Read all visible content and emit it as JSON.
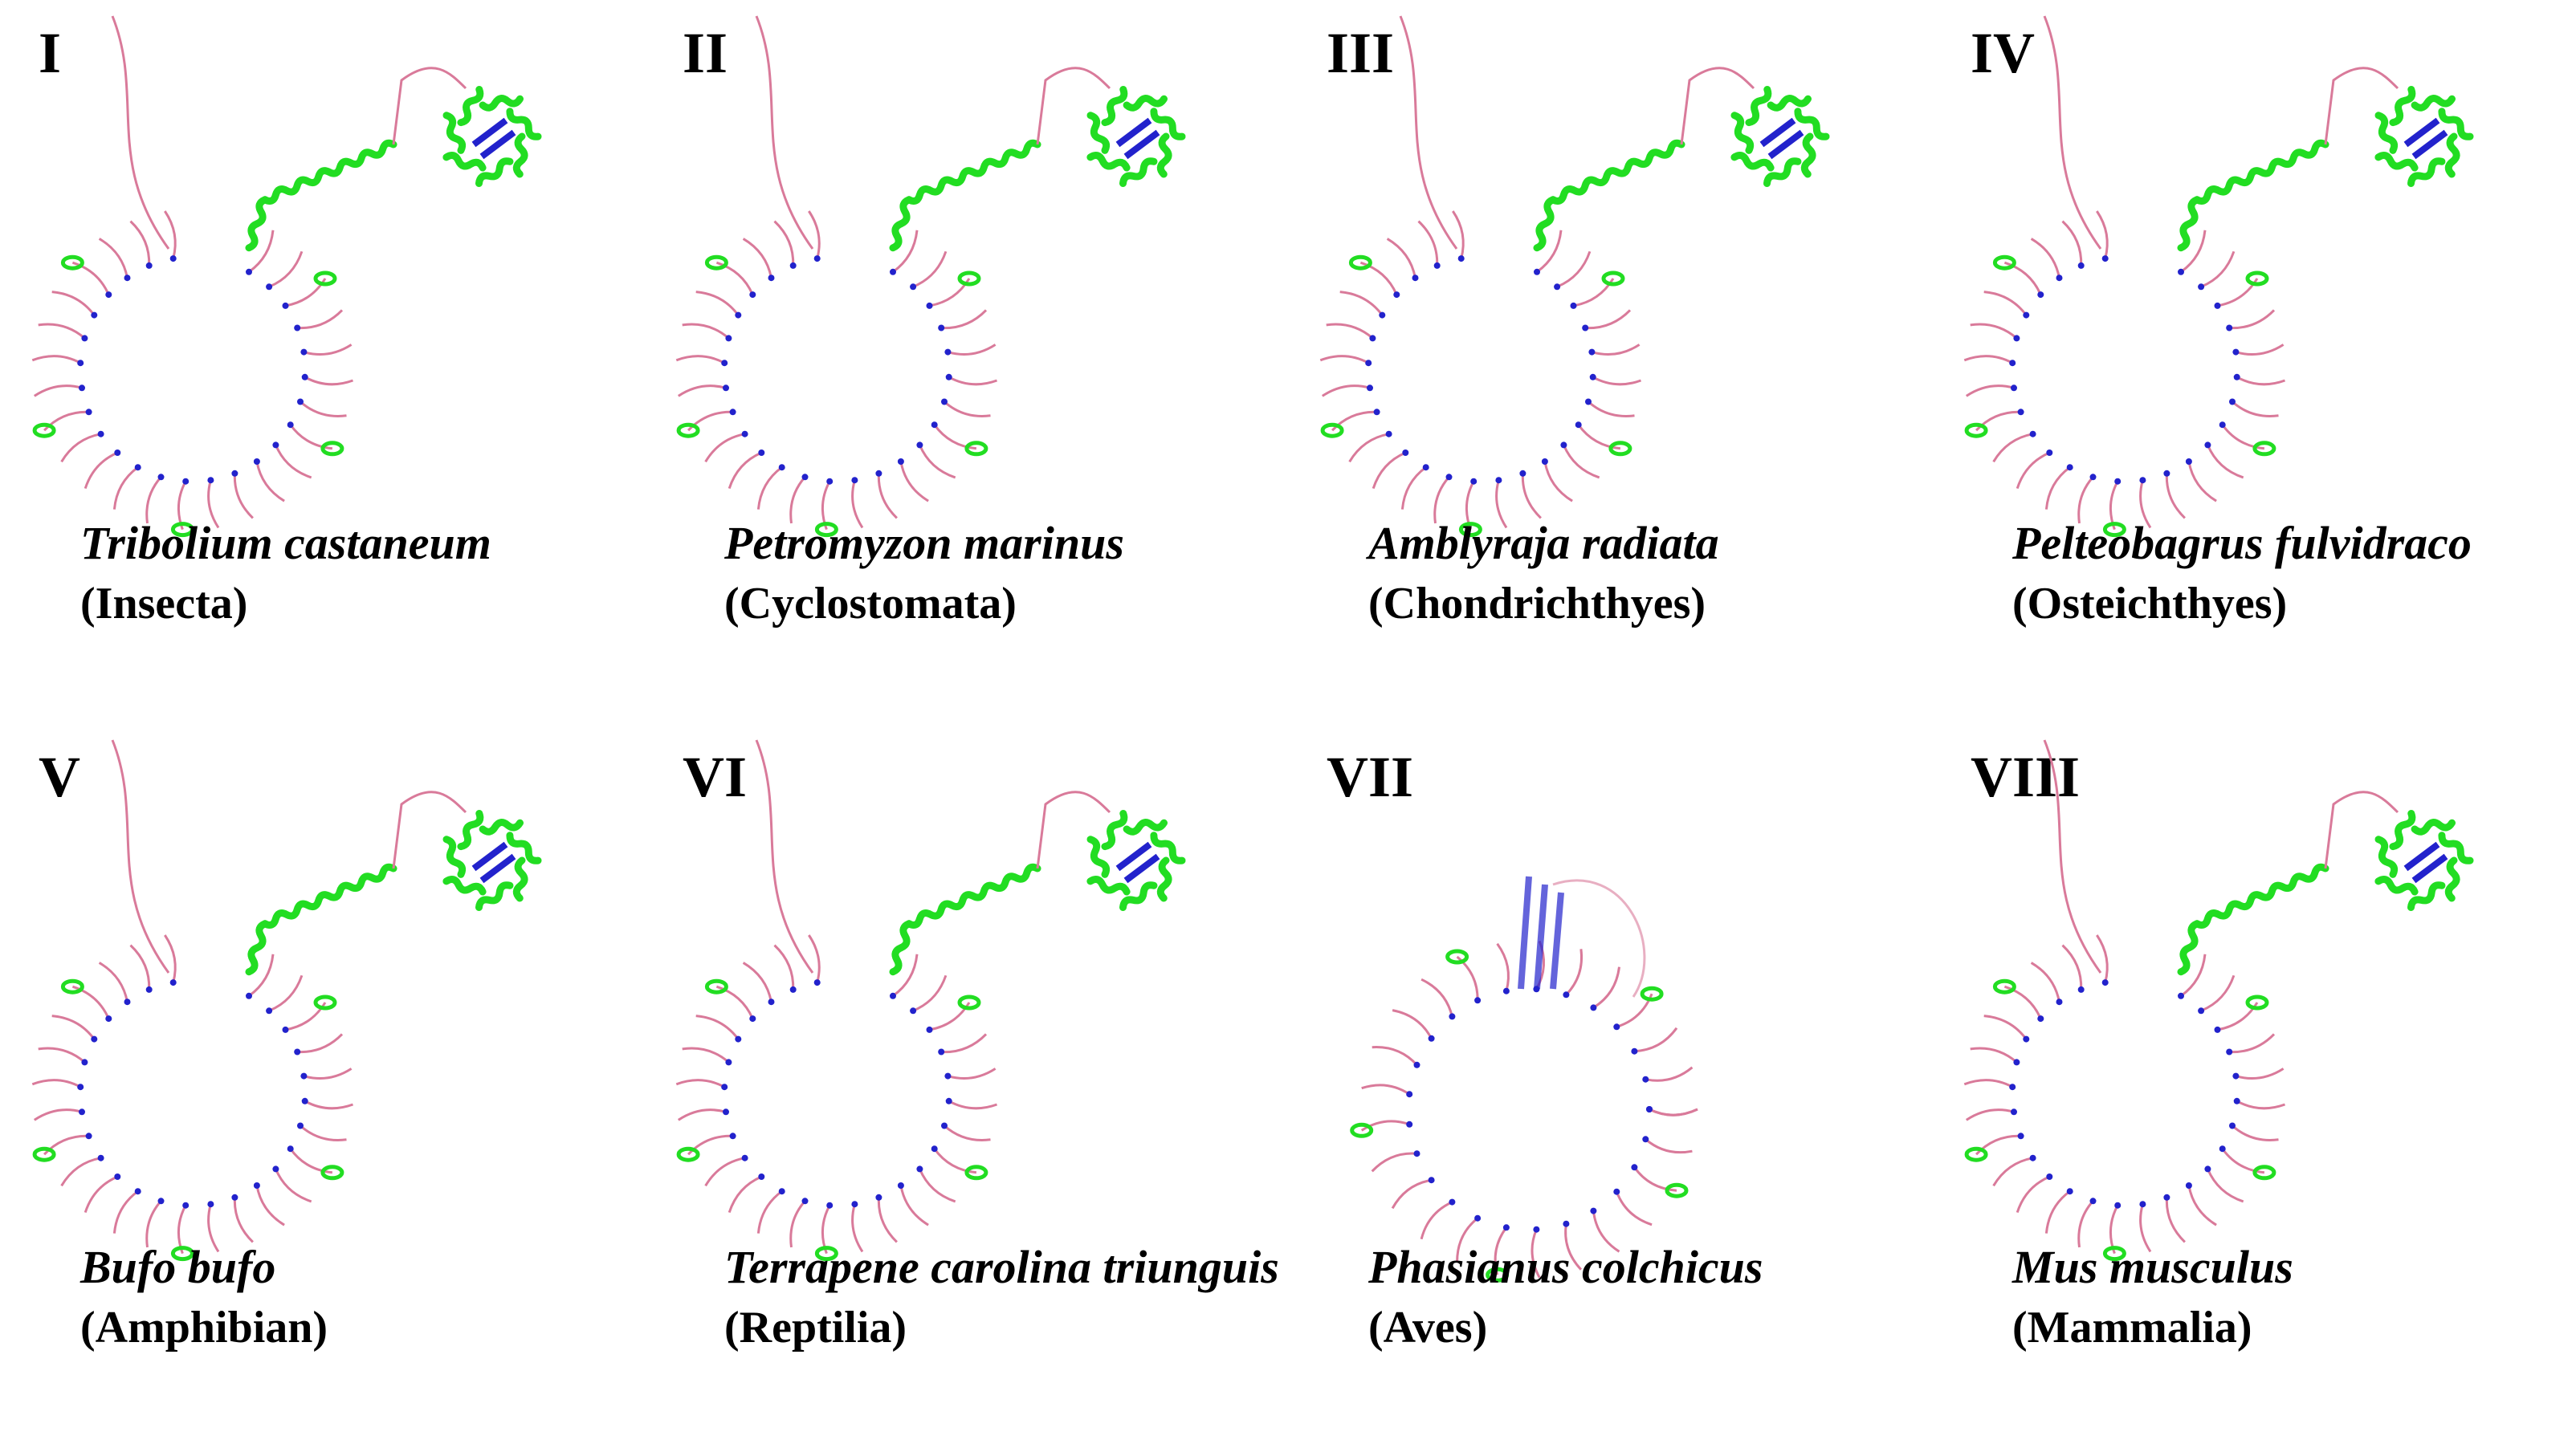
{
  "figure": {
    "colors": {
      "helix": "#22dd22",
      "strand": "#2222cc",
      "loop": "#d97a9a",
      "background": "#ffffff"
    },
    "panels": [
      {
        "numeral": "I",
        "species": "Tribolium castaneum",
        "group": "(Insecta)",
        "variant": "open"
      },
      {
        "numeral": "II",
        "species": "Petromyzon marinus",
        "group": "(Cyclostomata)",
        "variant": "open"
      },
      {
        "numeral": "III",
        "species": "Amblyraja radiata",
        "group": "(Chondrichthyes)",
        "variant": "closed"
      },
      {
        "numeral": "IV",
        "species": "Pelteobagrus fulvidraco",
        "group": "(Osteichthyes)",
        "variant": "open"
      },
      {
        "numeral": "V",
        "species": "Bufo bufo",
        "group": "(Amphibian)",
        "variant": "open"
      },
      {
        "numeral": "VI",
        "species": "Terrapene carolina triunguis",
        "group": "(Reptilia)",
        "variant": "open"
      },
      {
        "numeral": "VII",
        "species": "Phasianus colchicus",
        "group": "(Aves)",
        "variant": "ring"
      },
      {
        "numeral": "VIII",
        "species": "Mus musculus",
        "group": "(Mammalia)",
        "variant": "open"
      }
    ]
  }
}
